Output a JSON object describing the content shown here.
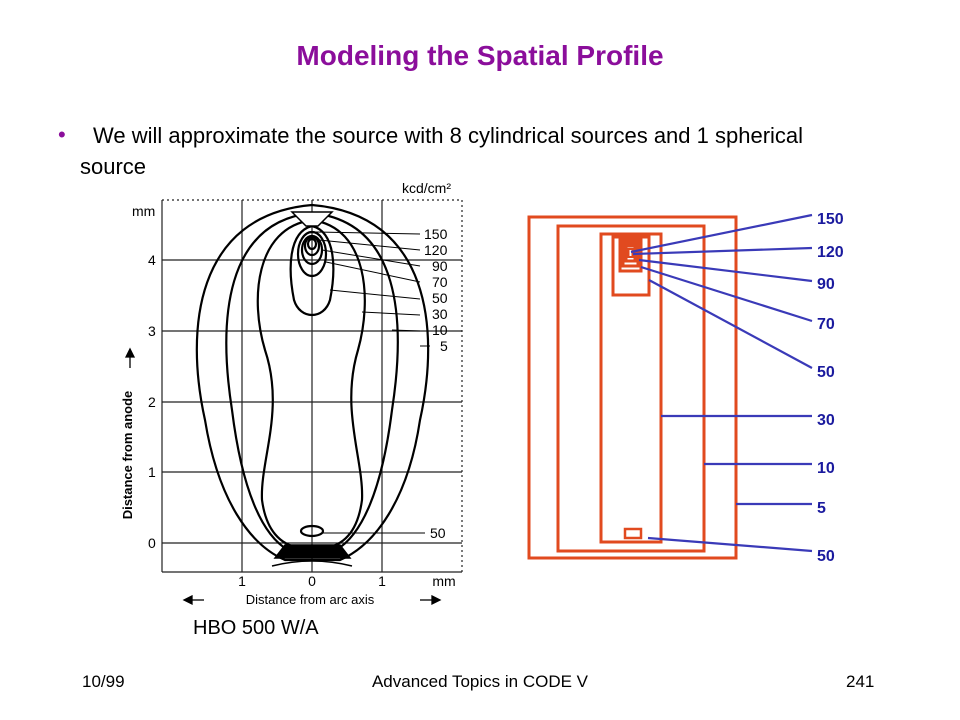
{
  "slide": {
    "title": "Modeling the Spatial Profile",
    "bullet": {
      "line1": "We will approximate the source with 8 cylindrical sources and 1 spherical",
      "line2": "source"
    }
  },
  "plot": {
    "y_unit": "mm",
    "y_ticks": [
      "4",
      "3",
      "2",
      "1",
      "0"
    ],
    "x_ticks": [
      "1",
      "0",
      "1"
    ],
    "x_unit": "mm",
    "top_unit": "kcd/cm²",
    "contour_labels": [
      "150",
      "120",
      "90",
      "70",
      "50",
      "30",
      "10",
      "5"
    ],
    "bottom_contour_label": "50",
    "y_axis_label": "Distance from anode",
    "x_axis_label": "Distance from arc axis",
    "lamp_name": "HBO 500 W/A"
  },
  "model": {
    "labels": [
      "150",
      "120",
      "90",
      "70",
      "50",
      "30",
      "10",
      "5",
      "50"
    ],
    "colors": {
      "rect": "#e14a1f",
      "line": "#3a3ab8",
      "label": "#1a1a9e"
    }
  },
  "footer": {
    "date": "10/99",
    "course": "Advanced Topics in CODE V",
    "page": "241"
  }
}
